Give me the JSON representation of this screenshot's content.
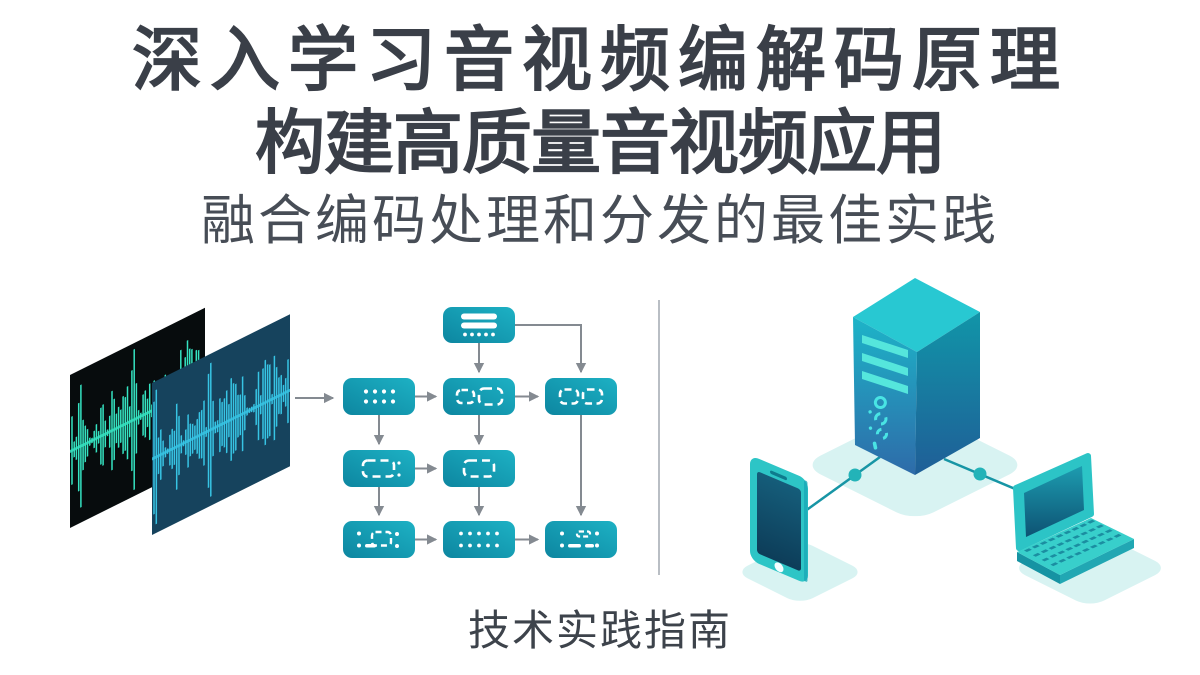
{
  "header": {
    "title_line1": "深入学习音视频编解码原理",
    "title_line2": "构建高质量音视频应用",
    "subtitle": "融合编码处理和分发的最佳实践"
  },
  "footer": {
    "caption": "技术实践指南"
  },
  "palette": {
    "title_text": "#3a3f48",
    "subtitle_text": "#474d56",
    "caption_text": "#3d434b",
    "node_teal_dark": "#0d86a0",
    "node_teal_light": "#1db1c4",
    "arrow_gray": "#848a91",
    "divider_gray": "#b9bec4",
    "waveform_green": "#35e3c1",
    "waveform_cyan": "#37c4e4",
    "waveform_panel_black": "#070c0d",
    "waveform_panel_blue": "#16435d",
    "device_teal": "#2dc5c6",
    "server_top_teal": "#28c8d2",
    "platform_pale": "#d8f3f2",
    "connection_teal": "#1795a5",
    "accent_bars": "#55e6dc"
  },
  "illustrations": {
    "left": {
      "name": "audio-waveform-panels",
      "panels": [
        "waveform-panel-back",
        "waveform-panel-front"
      ]
    },
    "center": {
      "name": "encoding-pipeline-flowchart",
      "node_icons": [
        "encoder-box-icon",
        "dots-block-icon",
        "frame-pair-icon",
        "frame-pair-icon",
        "frame-block-icon",
        "frame-block-icon",
        "mixed-dash-block-icon",
        "dots-block-icon",
        "mixed-dash-block-icon"
      ]
    },
    "right": {
      "name": "distribution-network",
      "items": [
        "server-tower",
        "smartphone",
        "laptop"
      ]
    }
  }
}
